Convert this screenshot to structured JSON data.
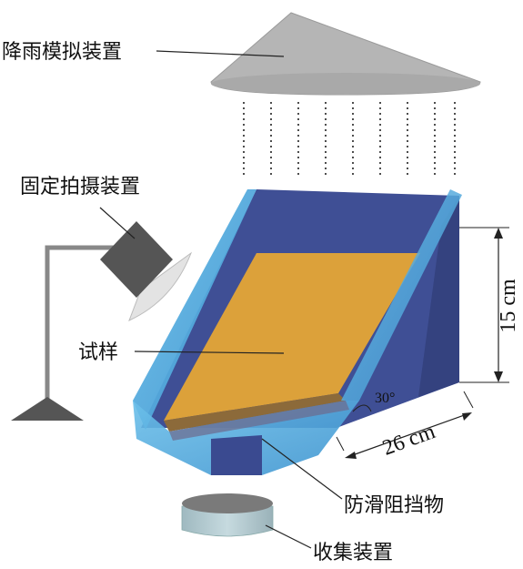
{
  "labels": {
    "rain_simulator": "降雨模拟装置",
    "camera": "固定拍摄装置",
    "specimen": "试样",
    "anti_slip": "防滑阻挡物",
    "collector": "收集装置"
  },
  "dimensions": {
    "height": "15 cm",
    "length": "26 cm",
    "angle": "30°"
  },
  "colors": {
    "rain_cone": "#b5b5b5",
    "box_glass": "#4fa8dc",
    "box_back": "#3f4f95",
    "specimen": "#dca13a",
    "camera_body": "#555555",
    "collector": "#a9c2c8"
  }
}
